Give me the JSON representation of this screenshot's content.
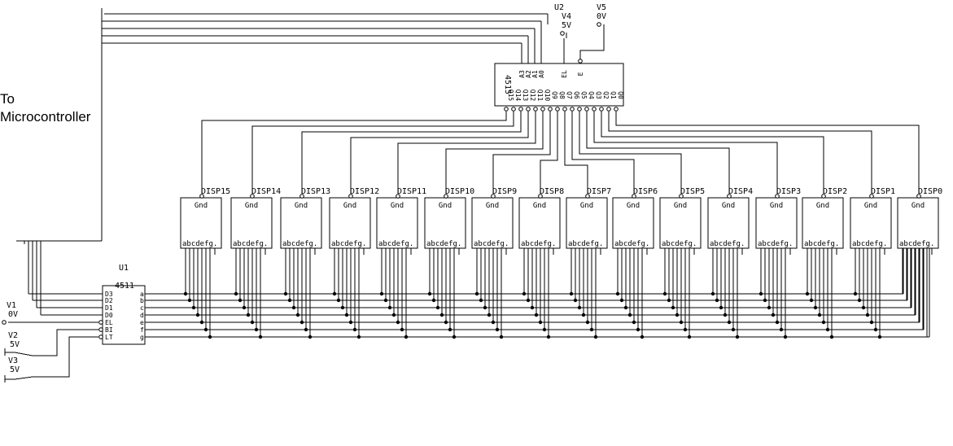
{
  "mcu_label": [
    "To",
    "Microcontroller"
  ],
  "decoder": {
    "ref": "U2",
    "part": "4515",
    "inputs": [
      "A3",
      "A2",
      "A1",
      "A0",
      "EL",
      "E"
    ],
    "outputs": [
      "Q15",
      "Q14",
      "Q13",
      "Q12",
      "Q11",
      "Q10",
      "Q9",
      "Q8",
      "Q7",
      "Q6",
      "Q5",
      "Q4",
      "Q3",
      "Q2",
      "Q1",
      "Q0"
    ]
  },
  "driver": {
    "ref": "U1",
    "part": "4511",
    "left_pins": [
      "D3",
      "D2",
      "D1",
      "D0",
      "EL",
      "BI",
      "LT"
    ],
    "right_pins": [
      "a",
      "b",
      "c",
      "d",
      "e",
      "f",
      "g"
    ]
  },
  "sources": [
    {
      "ref": "V1",
      "value": "0V"
    },
    {
      "ref": "V2",
      "value": "5V"
    },
    {
      "ref": "V3",
      "value": "5V"
    },
    {
      "ref": "V4",
      "value": "5V"
    },
    {
      "ref": "V5",
      "value": "0V"
    }
  ],
  "displays": {
    "names": [
      "DISP15",
      "DISP14",
      "DISP13",
      "DISP12",
      "DISP11",
      "DISP10",
      "DISP9",
      "DISP8",
      "DISP7",
      "DISP6",
      "DISP5",
      "DISP4",
      "DISP3",
      "DISP2",
      "DISP1",
      "DISP0"
    ],
    "gnd_label": "Gnd",
    "seg_label": "abcdefg."
  },
  "colors": {
    "wire": "#000000",
    "background": "#ffffff"
  }
}
